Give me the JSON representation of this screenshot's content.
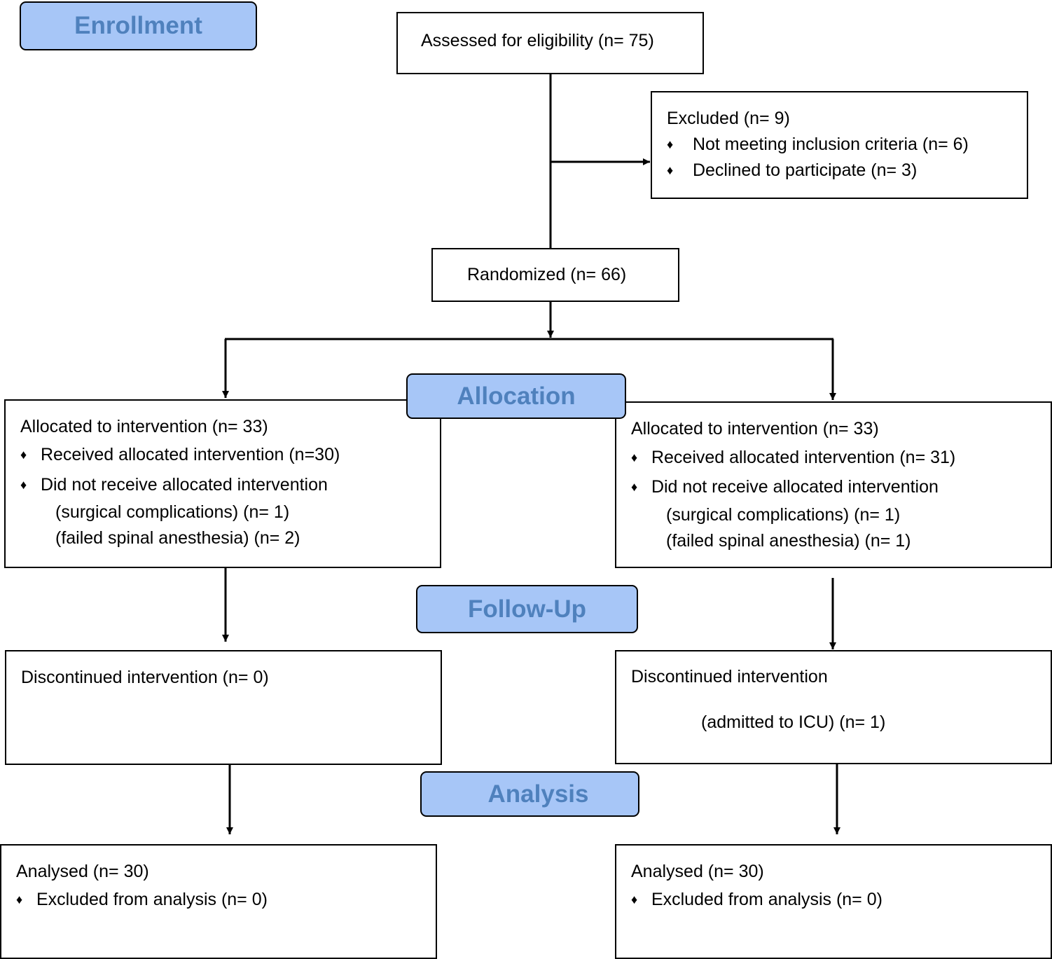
{
  "stages": {
    "enrollment": "Enrollment",
    "allocation": "Allocation",
    "follow_up": "Follow-Up",
    "analysis": "Analysis"
  },
  "bullet_glyph": "♦",
  "assessed": "Assessed for eligibility (n= 75)",
  "excluded": {
    "title": "Excluded  (n= 9)",
    "items": [
      "Not meeting inclusion criteria (n= 6)",
      "Declined to participate (n= 3)"
    ]
  },
  "randomized": "Randomized (n= 66)",
  "left": {
    "allocation": {
      "title": "Allocated to intervention (n= 33)",
      "received": "Received allocated intervention (n=30)",
      "not_received": "Did not receive allocated intervention",
      "reasons": [
        "(surgical complications) (n= 1)",
        "(failed spinal anesthesia) (n= 2)"
      ]
    },
    "follow_up": {
      "title": "Discontinued intervention (n= 0)"
    },
    "analysis": {
      "title": "Analysed  (n= 30)",
      "excluded": "Excluded from analysis (n= 0)"
    }
  },
  "right": {
    "allocation": {
      "title": "Allocated to intervention (n= 33)",
      "received": "Received allocated intervention (n= 31)",
      "not_received": "Did not receive allocated intervention",
      "reasons": [
        "(surgical complications) (n= 1)",
        "(failed spinal anesthesia) (n= 1)"
      ]
    },
    "follow_up": {
      "title": "Discontinued intervention",
      "reason": "(admitted to ICU) (n= 1)"
    },
    "analysis": {
      "title": "Analysed  (n= 30)",
      "excluded": "Excluded from analysis (n= 0)"
    }
  }
}
